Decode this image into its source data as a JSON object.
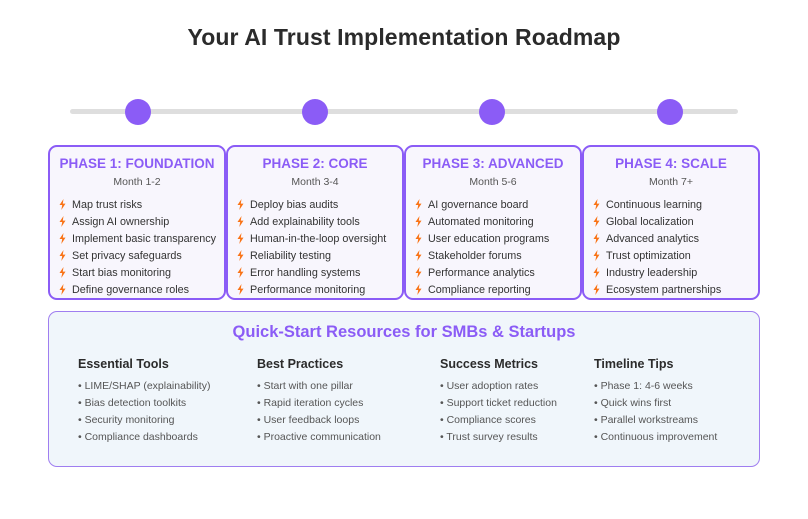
{
  "title": "Your AI Trust Implementation Roadmap",
  "colors": {
    "accent": "#8b5cf6",
    "bolt": "#f97316",
    "timeline": "#dedede",
    "resources_bg": "#f0f6fb"
  },
  "phases": [
    {
      "title": "PHASE 1: FOUNDATION",
      "month": "Month 1-2",
      "items": [
        "Map trust risks",
        "Assign AI ownership",
        "Implement basic transparency",
        "Set privacy safeguards",
        "Start bias monitoring",
        "Define governance roles"
      ]
    },
    {
      "title": "PHASE 2: CORE",
      "month": "Month 3-4",
      "items": [
        "Deploy bias audits",
        "Add explainability tools",
        "Human-in-the-loop oversight",
        "Reliability testing",
        "Error handling systems",
        "Performance monitoring"
      ]
    },
    {
      "title": "PHASE 3: ADVANCED",
      "month": "Month 5-6",
      "items": [
        "AI governance board",
        "Automated monitoring",
        "User education programs",
        "Stakeholder forums",
        "Performance analytics",
        "Compliance reporting"
      ]
    },
    {
      "title": "PHASE 4: SCALE",
      "month": "Month 7+",
      "items": [
        "Continuous learning",
        "Global localization",
        "Advanced analytics",
        "Trust optimization",
        "Industry leadership",
        "Ecosystem partnerships"
      ]
    }
  ],
  "resources": {
    "title": "Quick-Start Resources for SMBs & Startups",
    "columns": [
      {
        "title": "Essential Tools",
        "items": [
          "• LIME/SHAP (explainability)",
          "• Bias detection toolkits",
          "• Security monitoring",
          "• Compliance dashboards"
        ]
      },
      {
        "title": "Best Practices",
        "items": [
          "• Start with one pillar",
          "• Rapid iteration cycles",
          "• User feedback loops",
          "• Proactive communication"
        ]
      },
      {
        "title": "Success Metrics",
        "items": [
          "• User adoption rates",
          "• Support ticket reduction",
          "• Compliance scores",
          "• Trust survey results"
        ]
      },
      {
        "title": "Timeline Tips",
        "items": [
          "• Phase 1: 4-6 weeks",
          "• Quick wins first",
          "• Parallel workstreams",
          "• Continuous improvement"
        ]
      }
    ]
  }
}
